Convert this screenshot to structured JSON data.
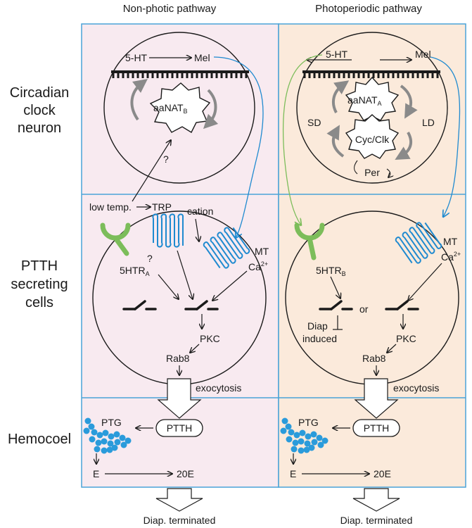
{
  "columns": {
    "left": "Non-photic pathway",
    "right": "Photoperiodic pathway"
  },
  "rows": {
    "circadian": [
      "Circadian",
      "clock",
      "neuron"
    ],
    "ptth": [
      "PTTH",
      "secreting",
      "cells"
    ],
    "hemocoel": "Hemocoel"
  },
  "left": {
    "serotonin": "5-HT",
    "melatonin": "Mel",
    "enzyme": "aaNAT",
    "enzyme_sub": "B",
    "question1": "?",
    "low_temp": "low temp.",
    "trp": "TRP",
    "cation": "cation",
    "mt": "MT",
    "ca": "Ca",
    "ca_sup": "2+",
    "receptor": "5HTR",
    "receptor_sub": "A",
    "question2": "?",
    "pkc": "PKC",
    "rab8": "Rab8",
    "exocytosis": "exocytosis",
    "ptth": "PTTH",
    "ptg": "PTG",
    "e": "E",
    "e20": "20E",
    "terminated": "Diap. terminated"
  },
  "right": {
    "serotonin": "5-HT",
    "melatonin": "Mel",
    "enzyme": "aaNAT",
    "enzyme_sub": "A",
    "sd": "SD",
    "ld": "LD",
    "cycclk": "Cyc/Clk",
    "per": "Per",
    "mt": "MT",
    "ca": "Ca",
    "ca_sup": "2+",
    "receptor": "5HTR",
    "receptor_sub": "B",
    "or": "or",
    "diap1": "Diap",
    "diap2": "induced",
    "pkc": "PKC",
    "rab8": "Rab8",
    "exocytosis": "exocytosis",
    "ptth": "PTTH",
    "ptg": "PTG",
    "e": "E",
    "e20": "20E",
    "terminated": "Diap. terminated"
  },
  "colors": {
    "left_panel": "#f8eaf0",
    "right_panel": "#fbeadb",
    "frame": "#4aa3d8",
    "receptor_blue": "#1f8ad0",
    "receptor_green": "#7cbd5a",
    "ptg_dots": "#2a9bdb"
  }
}
